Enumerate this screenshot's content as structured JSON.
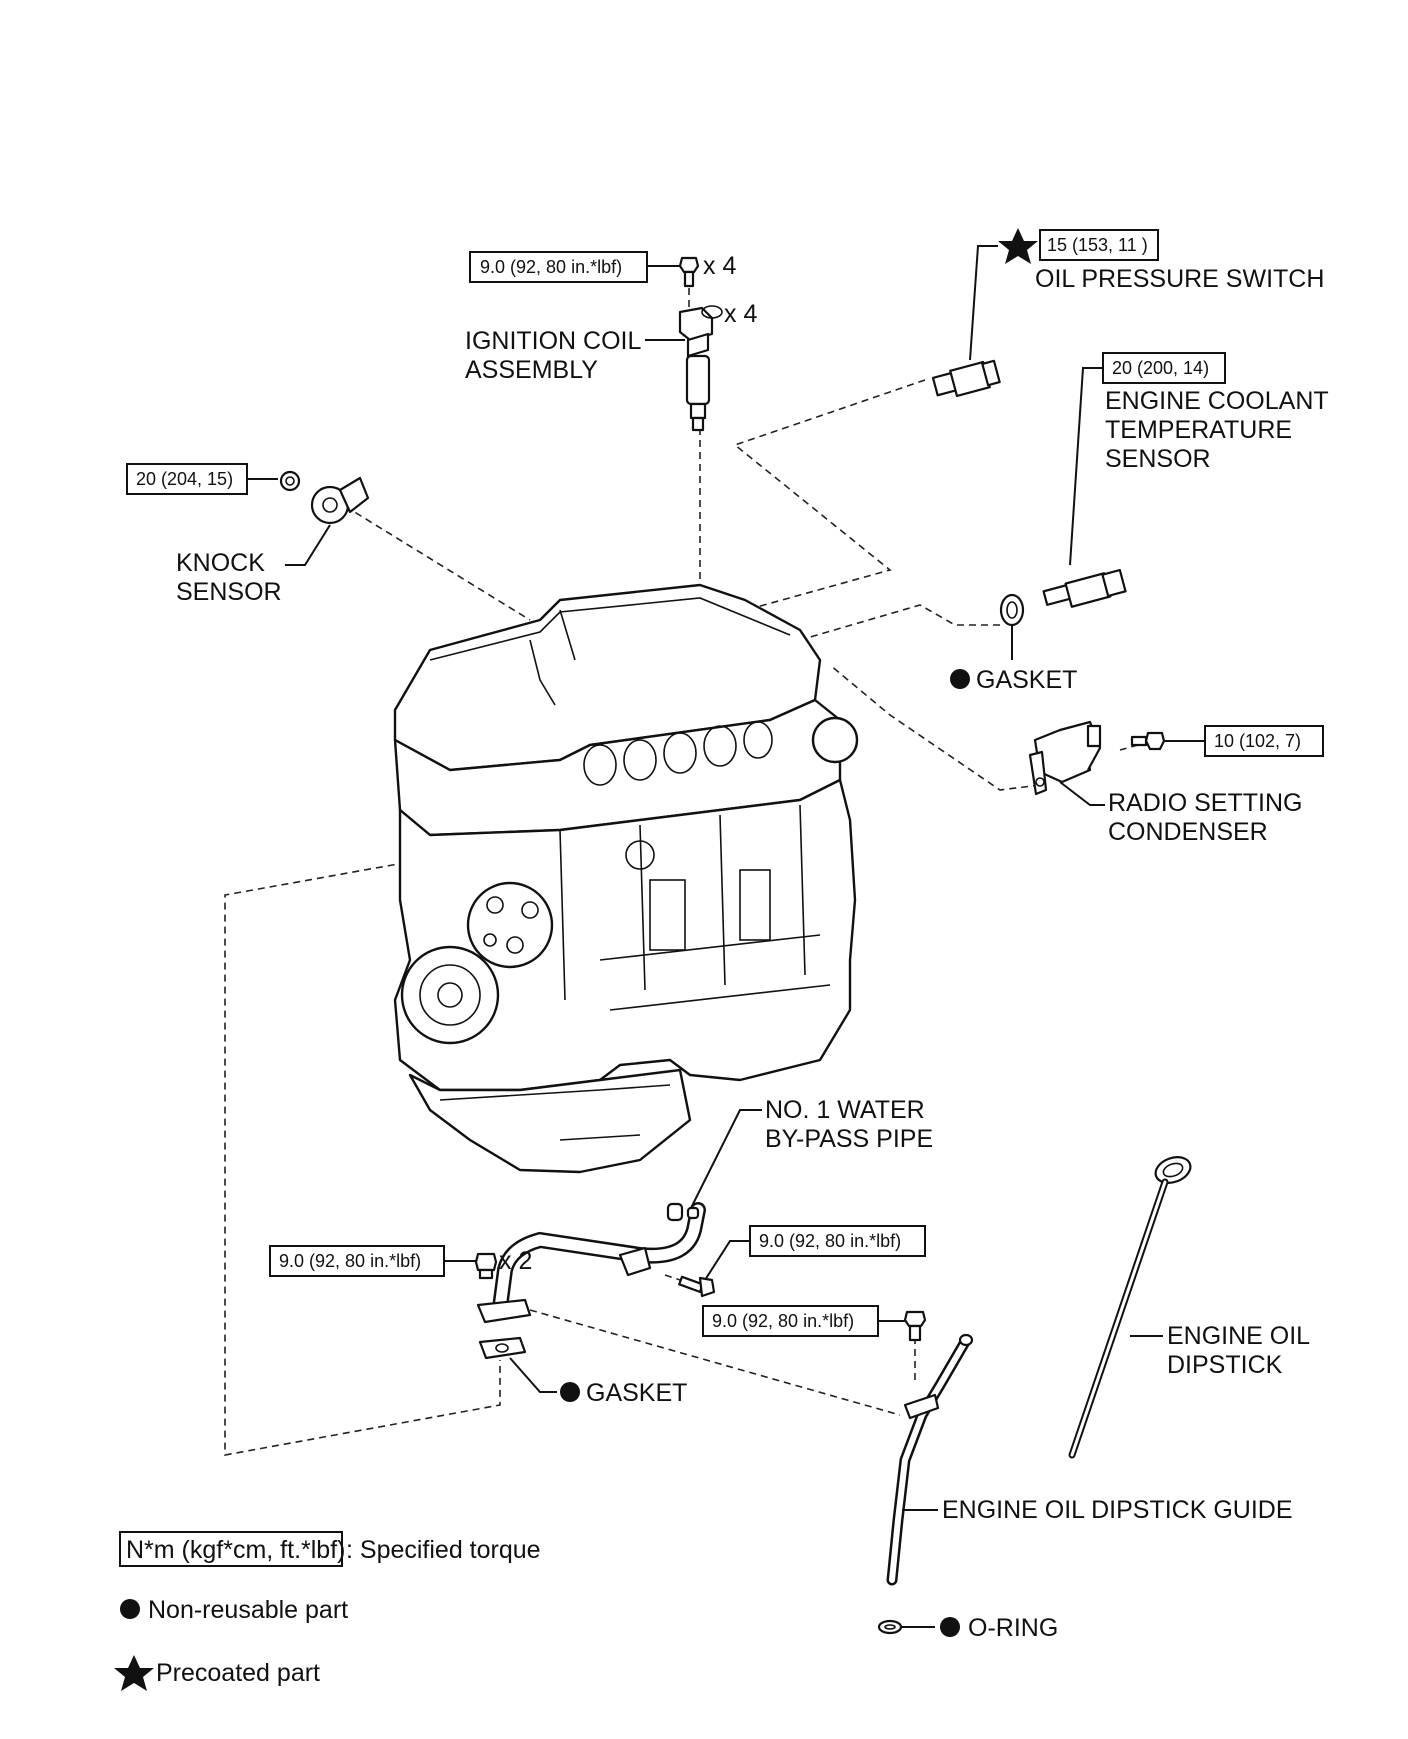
{
  "torques": {
    "coil_bolt": "9.0 (92, 80 in.*lbf)",
    "knock": "20 (204, 15)",
    "oil_pressure": "15 (153, 11 )",
    "coolant": "20 (200, 14)",
    "condenser": "10 (102, 7)",
    "pipe_nut": "9.0 (92, 80 in.*lbf)",
    "pipe_bolt": "9.0 (92, 80 in.*lbf)",
    "guide_bolt": "9.0 (92, 80 in.*lbf)"
  },
  "counts": {
    "coil_bolt": "x 4",
    "coil": "x 4",
    "pipe_nut": "x 2"
  },
  "labels": {
    "ignition_coil_1": "IGNITION COIL",
    "ignition_coil_2": "ASSEMBLY",
    "oil_pressure_switch": "OIL PRESSURE SWITCH",
    "coolant_1": "ENGINE COOLANT",
    "coolant_2": "TEMPERATURE",
    "coolant_3": "SENSOR",
    "knock_1": "KNOCK",
    "knock_2": "SENSOR",
    "gasket_upper": "GASKET",
    "condenser_1": "RADIO SETTING",
    "condenser_2": "CONDENSER",
    "water_pipe_1": "NO. 1 WATER",
    "water_pipe_2": "BY-PASS PIPE",
    "gasket_lower": "GASKET",
    "dipstick_1": "ENGINE OIL",
    "dipstick_2": "DIPSTICK",
    "dipstick_guide": "ENGINE OIL DIPSTICK GUIDE",
    "o_ring": "O-RING"
  },
  "legend": {
    "torque_box": "N*m (kgf*cm, ft.*lbf)",
    "torque_text": ": Specified torque",
    "non_reusable": "Non-reusable part",
    "precoated": "Precoated part"
  }
}
